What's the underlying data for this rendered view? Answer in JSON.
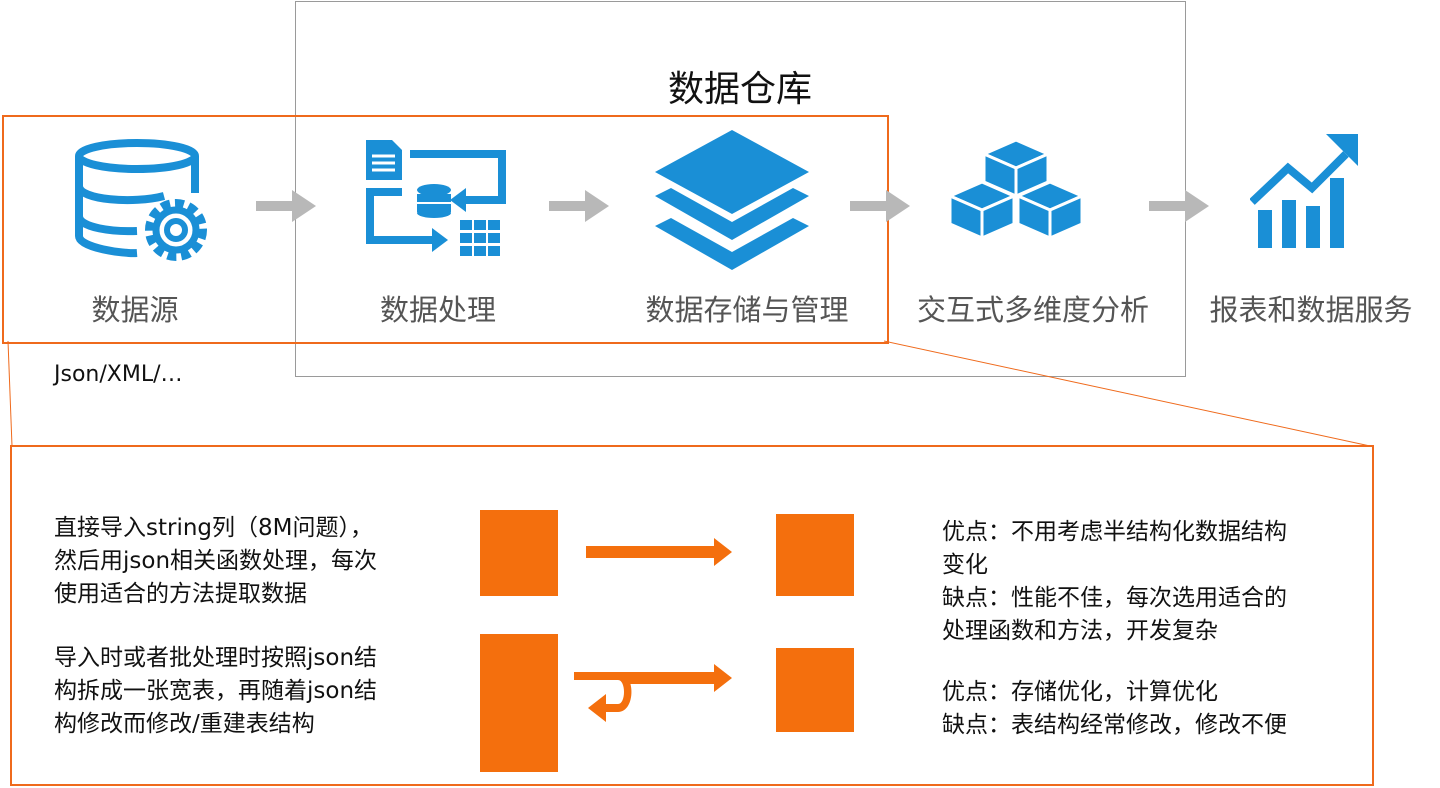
{
  "warehouse_title": "数据仓库",
  "steps": [
    {
      "label": "数据源",
      "icon": "database-gear-icon"
    },
    {
      "label": "数据处理",
      "icon": "data-processing-icon"
    },
    {
      "label": "数据存储与管理",
      "icon": "layers-icon"
    },
    {
      "label": "交互式多维度分析",
      "icon": "cubes-icon"
    },
    {
      "label": "报表和数据服务",
      "icon": "growth-chart-icon"
    }
  ],
  "source_note": "Json/XML/…",
  "approaches": [
    {
      "description": [
        "直接导入string列（8M问题），",
        "然后用json相关函数处理，每次",
        "使用适合的方法提取数据"
      ],
      "pros_cons": [
        "优点：不用考虑半结构化数据结构",
        "变化",
        "缺点：性能不佳，每次选用适合的",
        "处理函数和方法，开发复杂"
      ]
    },
    {
      "description": [
        "导入时或者批处理时按照json结",
        "构拆成一张宽表，再随着json结",
        "构修改而修改/重建表结构"
      ],
      "pros_cons": [
        "优点：存储优化，计算优化",
        "缺点：表结构经常修改，修改不便"
      ]
    }
  ],
  "colors": {
    "blue": "#1a8fd6",
    "orange": "#f46f0d",
    "arrow_gray": "#b8b8b8",
    "frame_orange": "#ef6a1c"
  }
}
